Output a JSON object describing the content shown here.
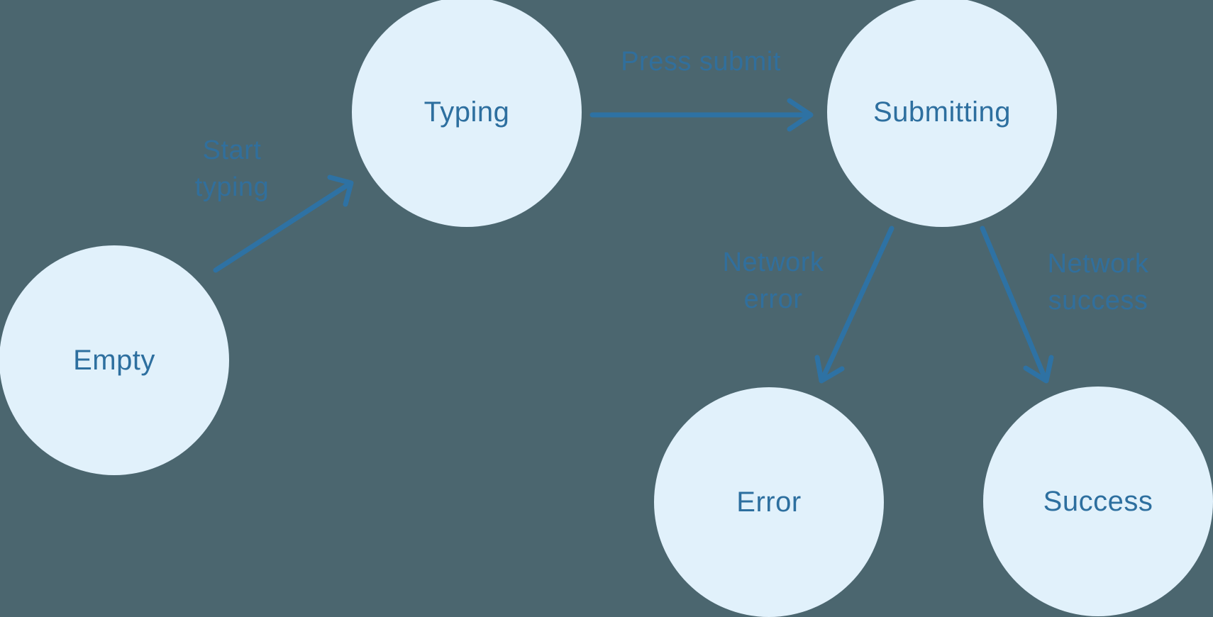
{
  "diagram": {
    "type": "state-machine",
    "background_color": "#4B666F",
    "node_fill_color": "#E1F1FB",
    "node_text_color": "#2D6F9F",
    "arrow_color": "#2E72A4",
    "edge_label_color": "#30709F",
    "nodes": [
      {
        "id": "empty",
        "label": "Empty"
      },
      {
        "id": "typing",
        "label": "Typing"
      },
      {
        "id": "submitting",
        "label": "Submitting"
      },
      {
        "id": "error",
        "label": "Error"
      },
      {
        "id": "success",
        "label": "Success"
      }
    ],
    "edges": [
      {
        "from": "Empty",
        "to": "Typing",
        "label": "Start typing",
        "label_lines": [
          "Start",
          "typing"
        ]
      },
      {
        "from": "Typing",
        "to": "Submitting",
        "label": "Press submit",
        "label_lines": [
          "Press submit"
        ]
      },
      {
        "from": "Submitting",
        "to": "Error",
        "label": "Network error",
        "label_lines": [
          "Network",
          "error"
        ]
      },
      {
        "from": "Submitting",
        "to": "Success",
        "label": "Network success",
        "label_lines": [
          "Network",
          "success"
        ]
      }
    ]
  }
}
